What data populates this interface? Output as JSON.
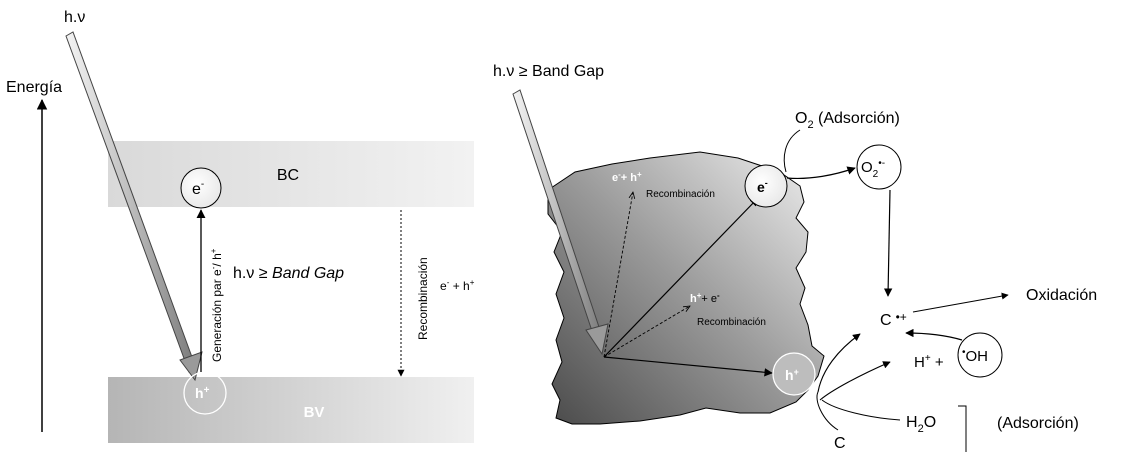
{
  "left_diagram": {
    "photon_label": "h.ν",
    "energy_axis_label": "Energía",
    "conduction_band_label": "BC",
    "valence_band_label": "BV",
    "electron_symbol": "e",
    "electron_charge": "-",
    "hole_symbol": "h",
    "hole_charge": "+",
    "generation_label": "Generación par e",
    "generation_label_sup1": "-",
    "generation_label_mid": "/ h",
    "generation_label_sup2": "+",
    "excitation_prefix": "h.ν  ≥ ",
    "excitation_emph": "Band Gap",
    "recombination_label": "Recombinación",
    "pair_e": "e",
    "pair_e_charge": "-",
    "pair_plus": " + h",
    "pair_h_charge": "+"
  },
  "right_diagram": {
    "photon_label": "h.ν  ≥ Band Gap",
    "electron_symbol": "e",
    "electron_charge": "-",
    "hole_symbol": "h",
    "hole_charge": "+",
    "recomb_top_e": "e",
    "recomb_top_e_charge": "-",
    "recomb_top_plus_h": "+ h",
    "recomb_top_h_charge": "+",
    "recomb_top_label": "Recombinación",
    "recomb_mid_h": "h",
    "recomb_mid_h_charge": "+",
    "recomb_mid_plus_e": "+ e",
    "recomb_mid_e_charge": "-",
    "recomb_mid_label": "Recombinación",
    "oxygen_symbol": "O",
    "oxygen_subscript": "2",
    "oxygen_adsorption": " (Adsorción)",
    "superoxide_symbol": "O",
    "superoxide_subscript": "2",
    "superoxide_charge": "•-",
    "carbon_radical": "C",
    "carbon_radical_charge": "•+",
    "oxidation_label": "Oxidación",
    "proton": "H",
    "proton_charge": "+",
    "plus_sign": " +",
    "hydroxyl_dot": "•",
    "hydroxyl": "OH",
    "water_h": "H",
    "water_sub": "2",
    "water_o": "O",
    "adsorption_label": "(Adsorción)",
    "carbon_label": "C"
  }
}
